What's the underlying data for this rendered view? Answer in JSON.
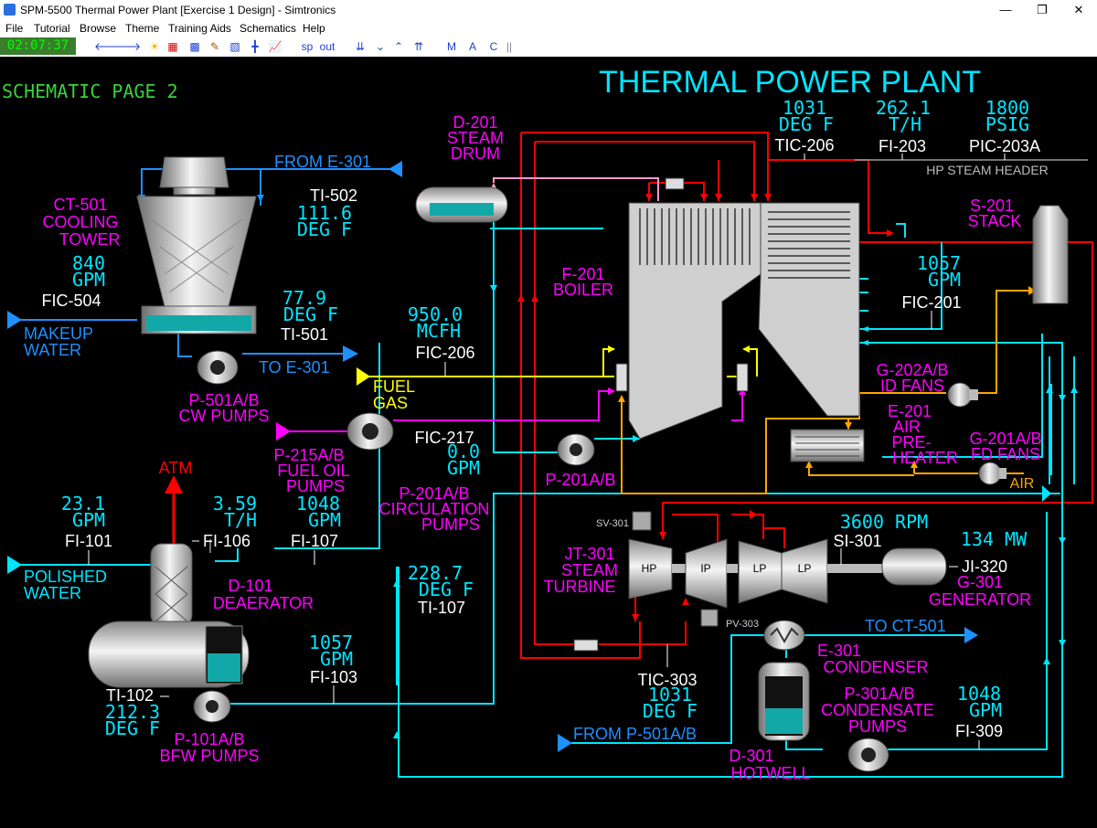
{
  "window": {
    "title": "SPM-5500 Thermal Power Plant [Exercise 1 Design] - Simtronics"
  },
  "menu": {
    "items": [
      "File",
      "Tutorial",
      "Browse",
      "Theme",
      "Training Aids",
      "Schematics",
      "Help"
    ]
  },
  "toolbar": {
    "clock": "02:07:37",
    "sp": "sp",
    "out": "out",
    "m": "M",
    "a": "A",
    "c": "C"
  },
  "schematic": {
    "page_label": "SCHEMATIC PAGE 2",
    "plant_title": "THERMAL POWER PLANT",
    "equipment": {
      "d201": [
        "D-201",
        "STEAM",
        "DRUM"
      ],
      "ct501": [
        "CT-501",
        "COOLING",
        "TOWER"
      ],
      "f201": [
        "F-201",
        "BOILER"
      ],
      "s201": [
        "S-201",
        "STACK"
      ],
      "hp_header": "HP STEAM HEADER",
      "g202": [
        "G-202A/B",
        "ID FANS"
      ],
      "e201": [
        "E-201",
        "AIR",
        "PRE-",
        "HEATER"
      ],
      "g201": [
        "G-201A/B",
        "FD FANS"
      ],
      "air": "AIR",
      "p501": [
        "P-501A/B",
        "CW PUMPS"
      ],
      "p215": [
        "P-215A/B",
        "FUEL OIL",
        "PUMPS"
      ],
      "p201": "P-201A/B",
      "p201_circ": [
        "P-201A/B",
        "CIRCULATION",
        "PUMPS"
      ],
      "atm": "ATM",
      "d101": [
        "D-101",
        "DEAERATOR"
      ],
      "p101": [
        "P-101A/B",
        "BFW PUMPS"
      ],
      "jt301": [
        "JT-301",
        "STEAM",
        "TURBINE"
      ],
      "sv301": "SV-301",
      "pv303": "PV-303",
      "hp": "HP",
      "ip": "IP",
      "lp": "LP",
      "g301": [
        "G-301",
        "GENERATOR"
      ],
      "e301": [
        "E-301",
        "CONDENSER"
      ],
      "p301": [
        "P-301A/B",
        "CONDENSATE",
        "PUMPS"
      ],
      "d301": [
        "D-301",
        "HOTWELL"
      ]
    },
    "streams": {
      "from_e301": "FROM E-301",
      "to_e301": "TO E-301",
      "makeup": [
        "MAKEUP",
        "WATER"
      ],
      "fuel_gas": [
        "FUEL",
        "GAS"
      ],
      "polished": [
        "POLISHED",
        "WATER"
      ],
      "to_ct501": "TO CT-501",
      "from_p501": "FROM P-501A/B"
    },
    "instruments": {
      "tic206": {
        "value": "1031",
        "unit": "DEG F",
        "tag": "TIC-206"
      },
      "fi203": {
        "value": "262.1",
        "unit": "T/H",
        "tag": "FI-203"
      },
      "pic203a": {
        "value": "1800",
        "unit": "PSIG",
        "tag": "PIC-203A"
      },
      "ti502": {
        "tag": "TI-502",
        "value": "111.6",
        "unit": "DEG F"
      },
      "fic504": {
        "value": "840",
        "unit": "GPM",
        "tag": "FIC-504"
      },
      "ti501": {
        "value": "77.9",
        "unit": "DEG F",
        "tag": "TI-501"
      },
      "fic206": {
        "value": "950.0",
        "unit": "MCFH",
        "tag": "FIC-206"
      },
      "fic201": {
        "value": "1057",
        "unit": "GPM",
        "tag": "FIC-201"
      },
      "fic217": {
        "tag": "FIC-217",
        "value": "0.0",
        "unit": "GPM"
      },
      "fi101": {
        "value": "23.1",
        "unit": "GPM",
        "tag": "FI-101"
      },
      "fi106": {
        "value": "3.59",
        "unit": "T/H",
        "tag": "FI-106"
      },
      "fi107": {
        "value": "1048",
        "unit": "GPM",
        "tag": "FI-107"
      },
      "ti107": {
        "value": "228.7",
        "unit": "DEG F",
        "tag": "TI-107"
      },
      "fi103": {
        "value": "1057",
        "unit": "GPM",
        "tag": "FI-103"
      },
      "ti102": {
        "tag": "TI-102",
        "value": "212.3",
        "unit": "DEG F"
      },
      "si301": {
        "value": "3600 RPM",
        "tag": "SI-301"
      },
      "ji320": {
        "value": "134 MW",
        "tag": "JI-320"
      },
      "tic303": {
        "tag": "TIC-303",
        "value": "1031",
        "unit": "DEG F"
      },
      "fi309": {
        "value": "1048",
        "unit": "GPM",
        "tag": "FI-309"
      }
    }
  },
  "colors": {
    "cyan": "#00ffff",
    "magenta": "#ff00ff",
    "red": "#ff0000",
    "yellow": "#ffff00",
    "blue": "#1e90ff",
    "orange": "#ffa500",
    "green": "#3ad13a"
  }
}
